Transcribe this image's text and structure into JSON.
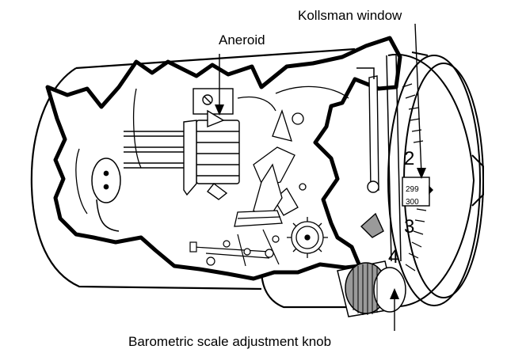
{
  "labels": {
    "aneroid": "Aneroid",
    "kollsman_window": "Kollsman window",
    "barometric_knob": "Barometric scale adjustment knob"
  },
  "dial": {
    "numeral_2": "2",
    "numeral_3": "3",
    "numeral_4": "4",
    "scale_299": "299",
    "scale_300": "300"
  },
  "colors": {
    "ink": "#000000",
    "paper": "#ffffff",
    "shade": "#9a9a9a"
  }
}
